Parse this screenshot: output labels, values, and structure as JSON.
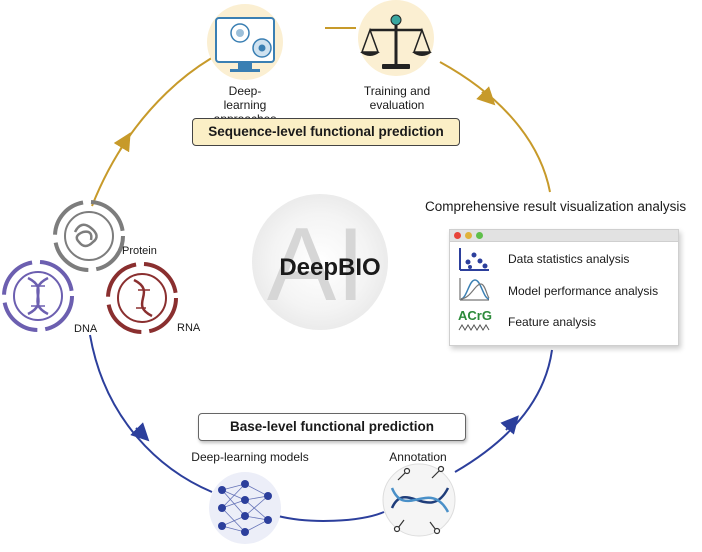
{
  "center": {
    "title": "DeepBIO",
    "watermark": "AI"
  },
  "top": {
    "dl_approaches_label": "Deep-learning approaches",
    "training_label": "Training and evaluation",
    "sequence_tag": "Sequence-level functional prediction"
  },
  "left": {
    "protein_label": "Protein",
    "dna_label": "DNA",
    "rna_label": "RNA"
  },
  "right": {
    "title": "Comprehensive result visualization analysis",
    "rows": [
      "Data statistics analysis",
      "Model performance analysis",
      "Feature analysis"
    ],
    "feature_logo_text": "ACrG"
  },
  "bottom": {
    "base_tag": "Base-level functional prediction",
    "dl_models_label": "Deep-learning models",
    "annotation_label": "Annotation"
  },
  "colors": {
    "upper_arc": "#c79a2a",
    "lower_arc": "#2c3f9c",
    "protein": "#7d7d7d",
    "dna": "#6c5fb0",
    "rna": "#8a2f2f",
    "tag_fill": "#fbefc6",
    "icon_bg": "#fbefd2"
  }
}
